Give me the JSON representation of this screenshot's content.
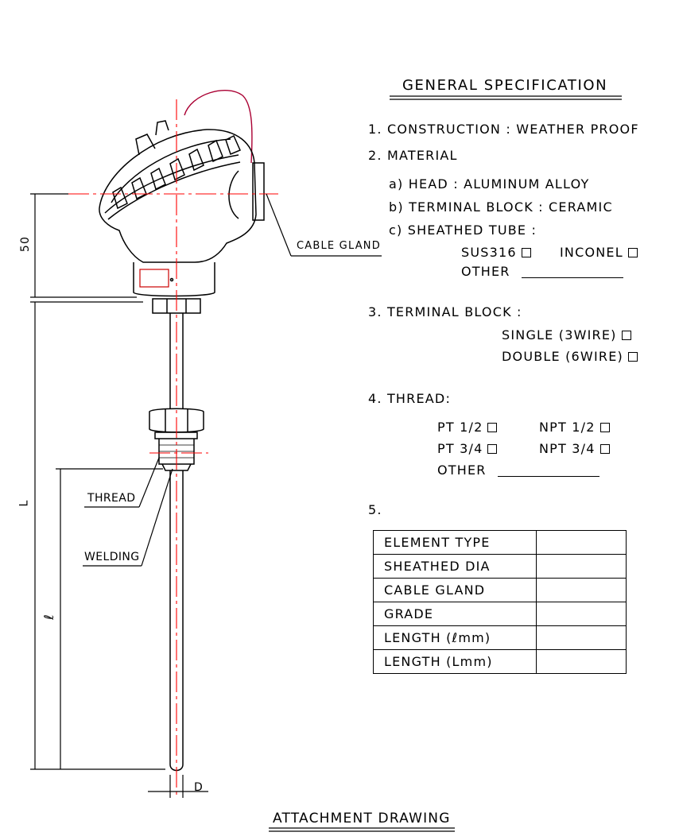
{
  "title": "GENERAL SPECIFICATION",
  "footer_title": "ATTACHMENT DRAWING",
  "spec": {
    "item1": "1. CONSTRUCTION : WEATHER PROOF",
    "item2": "2. MATERIAL",
    "item2a": "a) HEAD : ALUMINUM ALLOY",
    "item2b": "b) TERMINAL BLOCK : CERAMIC",
    "item2c": "c) SHEATHED TUBE :",
    "sus316": "SUS316",
    "inconel": "INCONEL",
    "other": "OTHER",
    "item3": "3. TERMINAL BLOCK :",
    "single": "SINGLE (3WIRE)",
    "double": "DOUBLE (6WIRE)",
    "item4": "4. THREAD:",
    "pt12": "PT 1/2",
    "npt12": "NPT 1/2",
    "pt34": "PT 3/4",
    "npt34": "NPT 3/4",
    "other2": "OTHER",
    "item5": "5."
  },
  "table": [
    {
      "label": "ELEMENT TYPE",
      "value": ""
    },
    {
      "label": "SHEATHED DIA",
      "value": ""
    },
    {
      "label": "CABLE GLAND",
      "value": ""
    },
    {
      "label": "GRADE",
      "value": ""
    },
    {
      "label": "LENGTH (ℓmm)",
      "value": ""
    },
    {
      "label": "LENGTH (Lmm)",
      "value": ""
    }
  ],
  "callouts": {
    "cable_gland": "CABLE GLAND",
    "thread": "THREAD",
    "welding": "WELDING"
  },
  "dimensions": {
    "head_height": "50",
    "total_length": "L",
    "insert_length": "ℓ",
    "diameter": "D"
  },
  "colors": {
    "centerline": "#ff0000",
    "wire": "#aa0033",
    "line": "#000000"
  }
}
